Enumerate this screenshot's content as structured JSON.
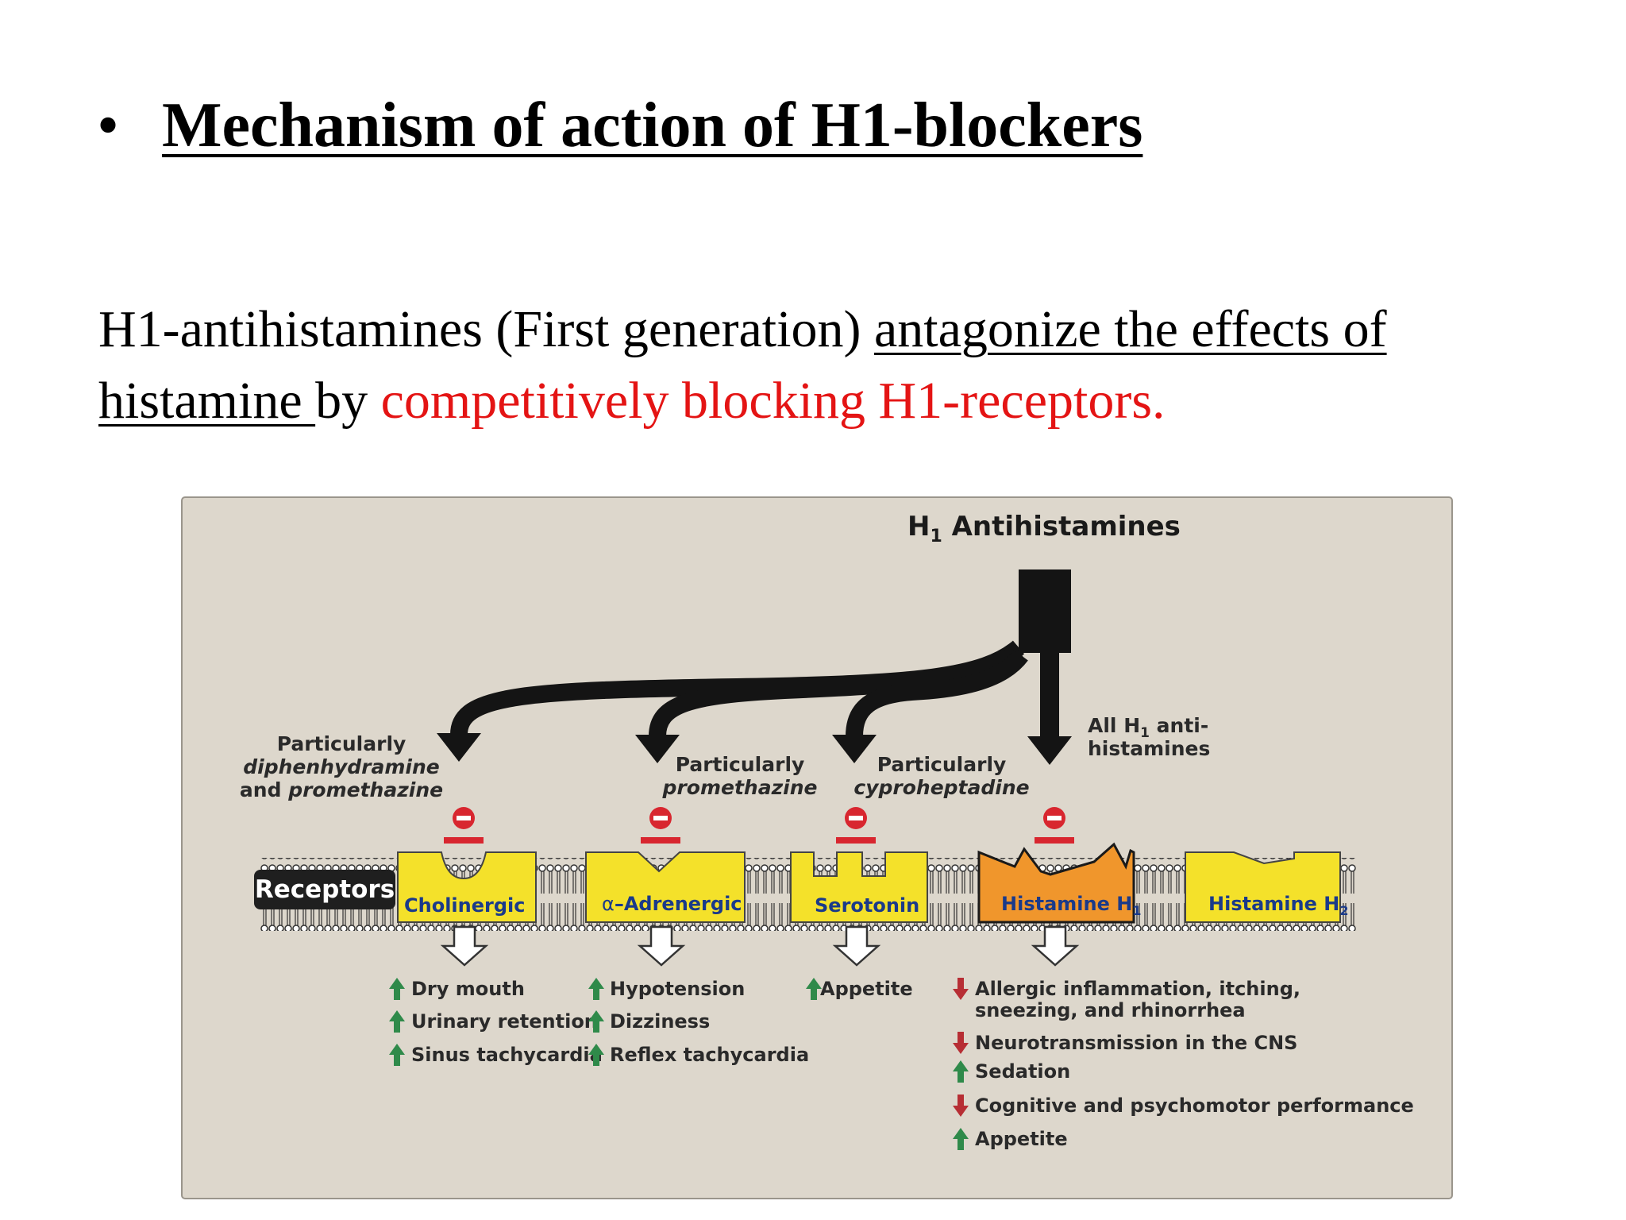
{
  "slide": {
    "bullet": "•",
    "title": "Mechanism of action of H1-blockers"
  },
  "intro": {
    "part1": "H1-antihistamines  (First generation) ",
    "part2": "antagonize the effects of histamine ",
    "part3": "by ",
    "part4": "competitively blocking H1-receptors."
  },
  "diagram": {
    "header": {
      "main": "H",
      "sub": "1",
      "rest": " Antihistamines"
    },
    "receptors_badge": "Receptors",
    "annotations": {
      "cholinergic": {
        "line1": "Particularly",
        "line2": "diphenhydramine",
        "line3_a": "and ",
        "line3_b": "promethazine"
      },
      "adrenergic": {
        "line1": "Particularly",
        "line2": "promethazine"
      },
      "serotonin": {
        "line1": "Particularly",
        "line2": "cyproheptadine"
      },
      "histamine": {
        "line1_a": "All H",
        "line1_sub": "1",
        "line1_b": " anti-",
        "line2": "histamines"
      }
    },
    "receptor_labels": {
      "cholinergic": "Cholinergic",
      "adrenergic_alpha": "α",
      "adrenergic_rest": "–Adrenergic",
      "serotonin": "Serotonin",
      "histamine_h1": "Histamine H",
      "histamine_h1_sub": "1",
      "histamine_h2": "Histamine H",
      "histamine_h2_sub": "2"
    },
    "effects": {
      "cholinergic": [
        "Dry mouth",
        "Urinary retention",
        "Sinus tachycardia"
      ],
      "adrenergic": [
        "Hypotension",
        "Dizziness",
        "Reflex tachycardia"
      ],
      "serotonin": [
        "Appetite"
      ],
      "histamine": {
        "allergic_line1": "Allergic inflammation, itching,",
        "allergic_line2": "sneezing, and rhinorrhea",
        "neuro": "Neurotransmission in the CNS",
        "sedation": "Sedation",
        "cognitive": "Cognitive and psychomotor performance",
        "appetite": "Appetite"
      }
    },
    "colors": {
      "panel": "#ddd7cc",
      "receptor_yellow": "#f4e12a",
      "histamine_h1_orange": "#f0962c",
      "inhibit_red": "#d8262f",
      "increase_green": "#2f8a4a",
      "decrease_red": "#b72e34",
      "arrow_black": "#141414"
    }
  }
}
